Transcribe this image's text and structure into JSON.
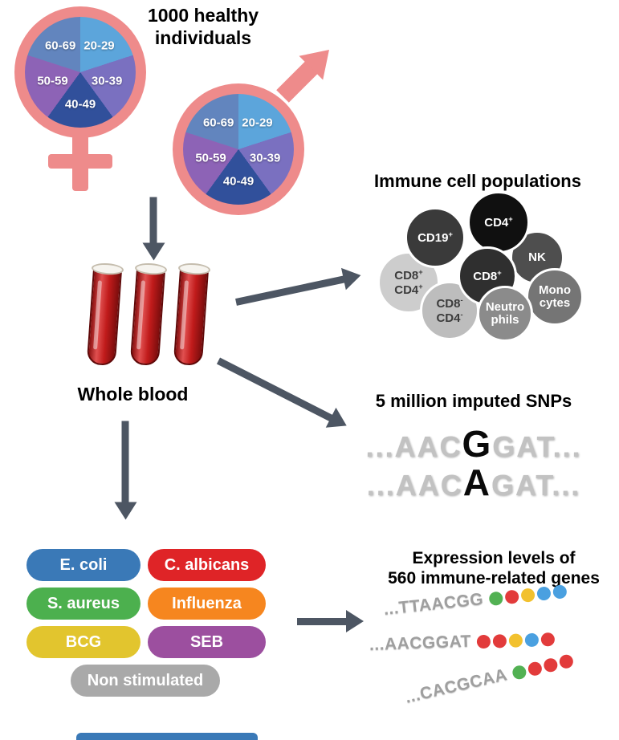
{
  "heading": {
    "line1": "1000 healthy",
    "line2": "individuals"
  },
  "symbols": {
    "color": "#ee8b8b"
  },
  "pie": {
    "slices": [
      {
        "label": "20-29",
        "color": "#5ca5db"
      },
      {
        "label": "30-39",
        "color": "#7a70c0"
      },
      {
        "label": "40-49",
        "color": "#31509b"
      },
      {
        "label": "50-59",
        "color": "#8d63b6"
      },
      {
        "label": "60-69",
        "color": "#6285be"
      }
    ]
  },
  "blood": {
    "label": "Whole blood"
  },
  "immune": {
    "title": "Immune cell populations",
    "cells": [
      {
        "color": "#3a3a3a",
        "text": "#ffffff",
        "lines": [
          {
            "base": "CD19",
            "sup": "+"
          }
        ]
      },
      {
        "color": "#101010",
        "text": "#ffffff",
        "lines": [
          {
            "base": "CD4",
            "sup": "+"
          }
        ]
      },
      {
        "color": "#4e4e4e",
        "text": "#ffffff",
        "lines": [
          {
            "base": "NK"
          }
        ]
      },
      {
        "color": "#2f2f2f",
        "text": "#ffffff",
        "lines": [
          {
            "base": "CD8",
            "sup": "+"
          }
        ]
      },
      {
        "color": "#cdcdcd",
        "text": "#3c3c3c",
        "lines": [
          {
            "base": "CD8",
            "sup": "+"
          },
          {
            "base": "CD4",
            "sup": "+"
          }
        ]
      },
      {
        "color": "#8b8b8b",
        "text": "#ffffff",
        "lines": [
          {
            "base": "Neutro"
          },
          {
            "base": "phils"
          }
        ]
      },
      {
        "color": "#757575",
        "text": "#ffffff",
        "lines": [
          {
            "base": "Mono"
          },
          {
            "base": "cytes"
          }
        ]
      },
      {
        "color": "#bdbdbd",
        "text": "#3c3c3c",
        "lines": [
          {
            "base": "CD8",
            "sup": "-"
          },
          {
            "base": "CD4",
            "sup": "-"
          }
        ]
      }
    ]
  },
  "snps": {
    "title": "5 million imputed SNPs",
    "rows": [
      {
        "pre": "...AAC",
        "snp": "G",
        "post": "GAT..."
      },
      {
        "pre": "...AAC",
        "snp": "A",
        "post": "GAT..."
      }
    ]
  },
  "stimulations": {
    "items": [
      {
        "label": "E. coli",
        "color": "#3a79b7"
      },
      {
        "label": "C. albicans",
        "color": "#df2427"
      },
      {
        "label": "S. aureus",
        "color": "#4cb04e"
      },
      {
        "label": "Influenza",
        "color": "#f6861f"
      },
      {
        "label": "BCG",
        "color": "#e2c52e"
      },
      {
        "label": "SEB",
        "color": "#9c4f9f"
      },
      {
        "label": "Non stimulated",
        "color": "#a9a9a9"
      }
    ],
    "partial_color": "#3a79b7"
  },
  "expression": {
    "title_line1": "Expression levels of",
    "title_line2": "560 immune-related genes",
    "rows": [
      {
        "seq": "...TTAACGG",
        "dots": [
          "#52b153",
          "#e23b3b",
          "#f2c12e",
          "#4aa0e0",
          "#4aa0e0"
        ]
      },
      {
        "seq": "...AACGGAT",
        "dots": [
          "#e23b3b",
          "#e23b3b",
          "#f2c12e",
          "#4aa0e0",
          "#e23b3b"
        ]
      },
      {
        "seq": "...CACGCAA",
        "dots": [
          "#52b153",
          "#e23b3b",
          "#e23b3b",
          "#e23b3b"
        ]
      }
    ]
  }
}
